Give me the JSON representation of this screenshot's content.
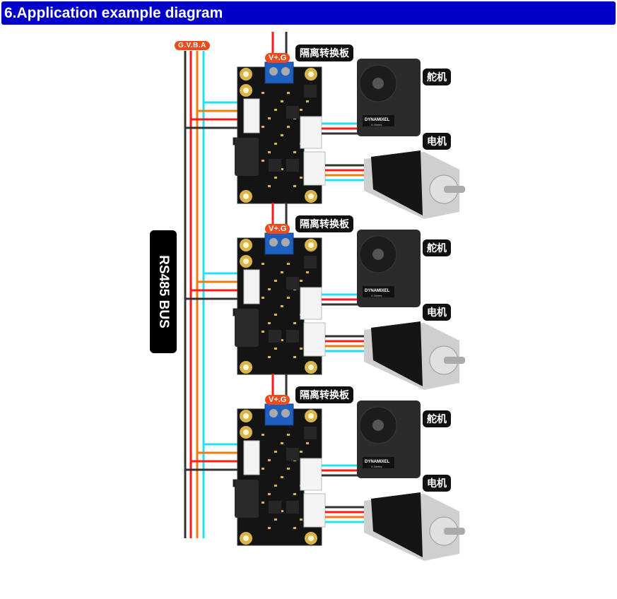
{
  "header": {
    "title": "6.Application example diagram",
    "bg_color": "#0000c8"
  },
  "diagram": {
    "bus_label": "RS485 BUS",
    "bus_wire_label": "G.V.B.A",
    "wire_colors": {
      "G": "#333333",
      "V": "#ff1a1a",
      "B": "#f07a10",
      "A": "#22e0ee"
    },
    "modules": [
      {
        "board_label": "隔离转换板",
        "power_label": "V+.G",
        "servo_label": "舵机",
        "servo_brand": "DYNAMIXEL",
        "servo_series": "X-Series",
        "motor_label": "电机"
      },
      {
        "board_label": "隔离转换板",
        "power_label": "V+.G",
        "servo_label": "舵机",
        "servo_brand": "DYNAMIXEL",
        "servo_series": "X-Series",
        "motor_label": "电机"
      },
      {
        "board_label": "隔离转换板",
        "power_label": "V+.G",
        "servo_label": "舵机",
        "servo_brand": "DYNAMIXEL",
        "servo_series": "X-Series",
        "motor_label": "电机"
      }
    ]
  }
}
